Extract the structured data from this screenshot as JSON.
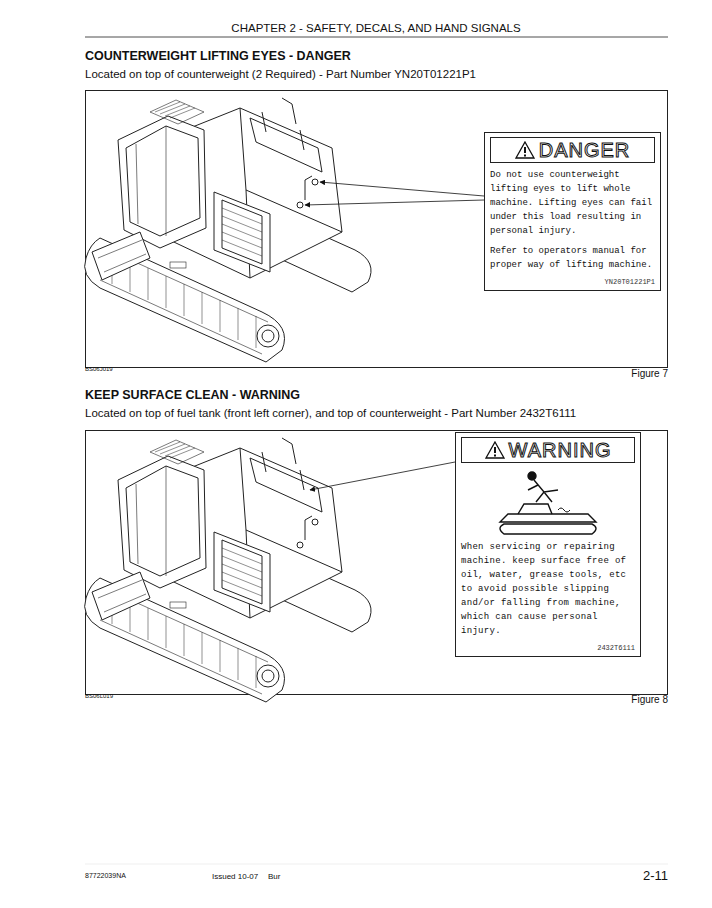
{
  "diagram": {
    "title": "CHAPTER 2 - SAFETY, DECALS, AND HAND SIGNALS",
    "nodes": [
      {
        "text": [
          "DANGER",
          "Do not use counterweight lifting eyes to lift whole machine. Lifting eyes can fail under this load resulting in personal injury.",
          "Refer to operators manual for proper way of lifting machine.",
          "YN20T01221P1"
        ]
      },
      {
        "text": [
          "WARNING",
          "When servicing or repairing machine. keep surface free of oil, water, grease tools, etc to avoid possible slipping and/or falling from machine, which can cause personal injury.",
          "2432T6111"
        ]
      }
    ],
    "labels": [
      "COUNTERWEIGHT LIFTING EYES - DANGER",
      "Located on top of counterweight (2 Required) - Part Number YN20T01221P1",
      "BS06J019",
      "Figure 7",
      "KEEP SURFACE CLEAN - WARNING",
      "Located on top of fuel tank (front left corner), and top of counterweight - Part Number 2432T6111",
      "BS06L019",
      "Figure 8",
      "87722039NA",
      "Issued 10-07",
      "Bur",
      "2-11"
    ]
  }
}
